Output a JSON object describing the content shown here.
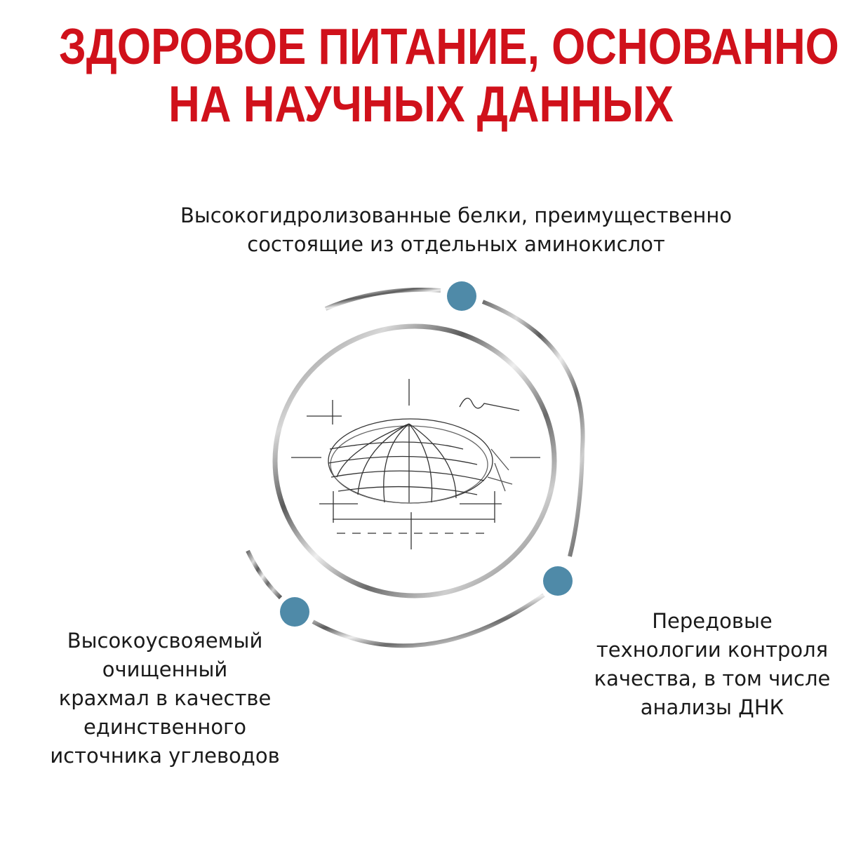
{
  "title": {
    "line1": "ЗДОРОВОЕ ПИТАНИЕ, ОСНОВАННОЕ",
    "line2": "НА НАУЧНЫХ ДАННЫХ"
  },
  "features": {
    "top": {
      "line1": "Высокогидролизованные белки, преимущественно",
      "line2": "состоящие из отдельных аминокислот"
    },
    "left": {
      "line1": "Высокоусвояемый",
      "line2": "очищенный",
      "line3": "крахмал в качестве",
      "line4": "единственного",
      "line5": "источника углеводов"
    },
    "right": {
      "line1": "Передовые",
      "line2": "технологии контроля",
      "line3": "качества, в том числе",
      "line4": "анализы ДНК"
    }
  },
  "colors": {
    "title": "#d0111b",
    "dot": "#4f8aa8",
    "ring": "#8a8a8a"
  }
}
